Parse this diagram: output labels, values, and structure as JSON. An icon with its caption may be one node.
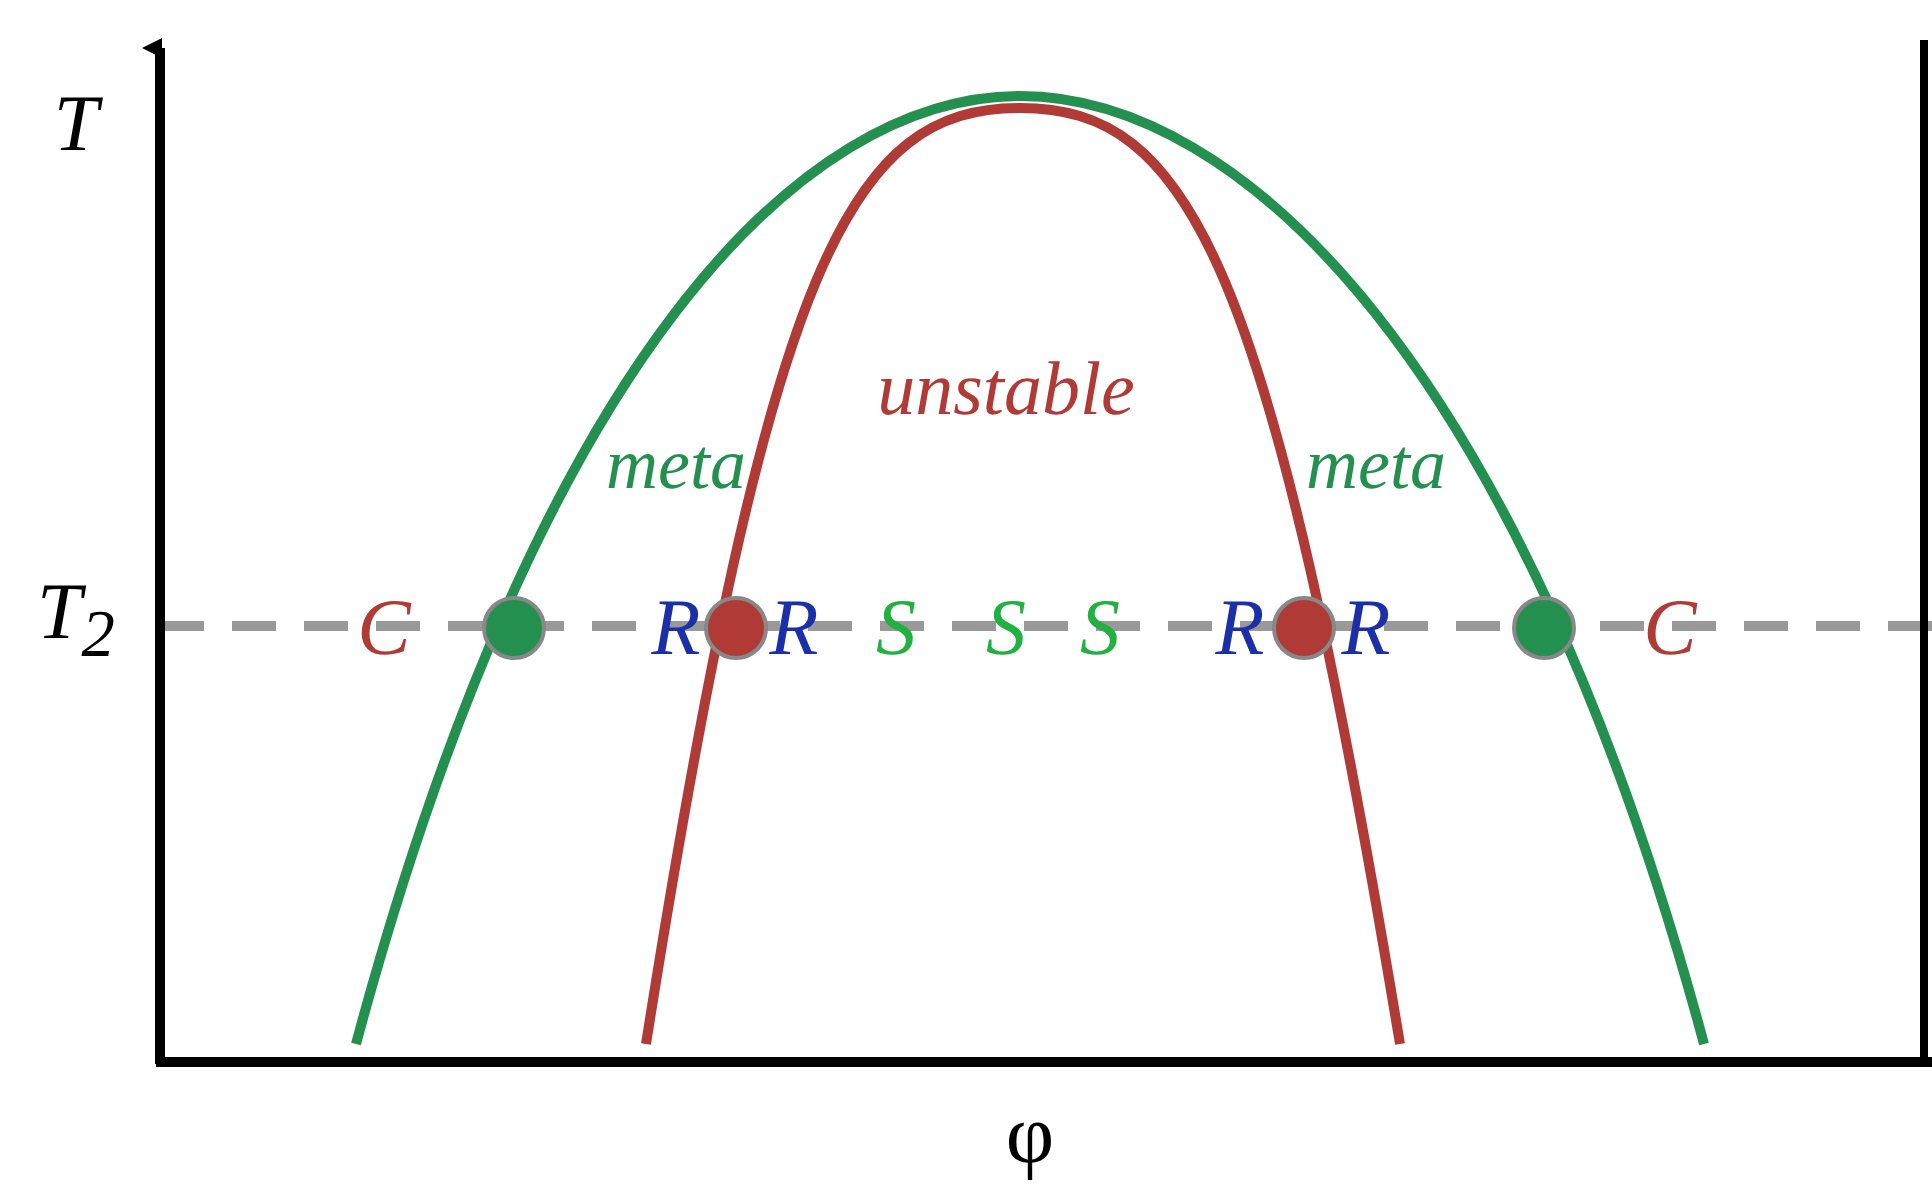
{
  "diagram": {
    "labels": [
      "T",
      "unstable",
      "meta",
      "meta",
      "T$_{2}$",
      "C",
      "R",
      "R",
      "S",
      "S",
      "S",
      "R",
      "R",
      "C",
      "φ"
    ]
  }
}
